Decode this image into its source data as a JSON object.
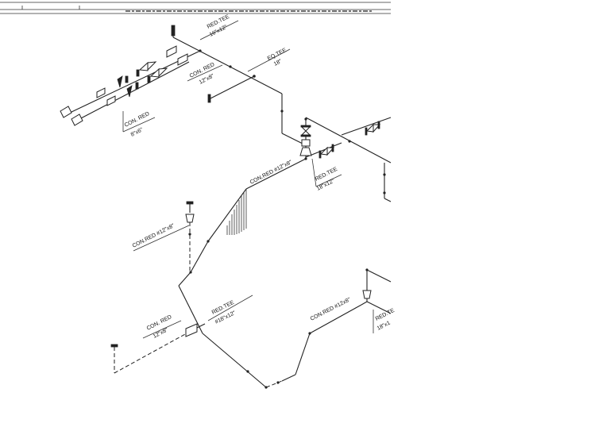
{
  "labels": {
    "red_tee_top": [
      "RED.TEE",
      "16\"x12\""
    ],
    "eq_tee": [
      "EQ.TEE",
      "18\""
    ],
    "con_red_mid": [
      "CON. RED",
      "12\"x8\""
    ],
    "con_red_left": [
      "CON. RED",
      "8\"x6\""
    ],
    "con_red_diag": "CON.RED #12\"x8\"",
    "red_tee_right": [
      "RED.TEE",
      "18\"x12\""
    ],
    "con_red_vert": "CON.RED #12\"x8\"",
    "con_red_bottom_left": [
      "CON. RED",
      "12\"x8\""
    ],
    "red_tee_bottom": [
      "RED.TEE",
      "#18\"x12\""
    ],
    "con_red_bottom_right": "CON.RED #12x8\"",
    "red_tee_edge": [
      "RED.TE",
      "18\"x1"
    ]
  }
}
